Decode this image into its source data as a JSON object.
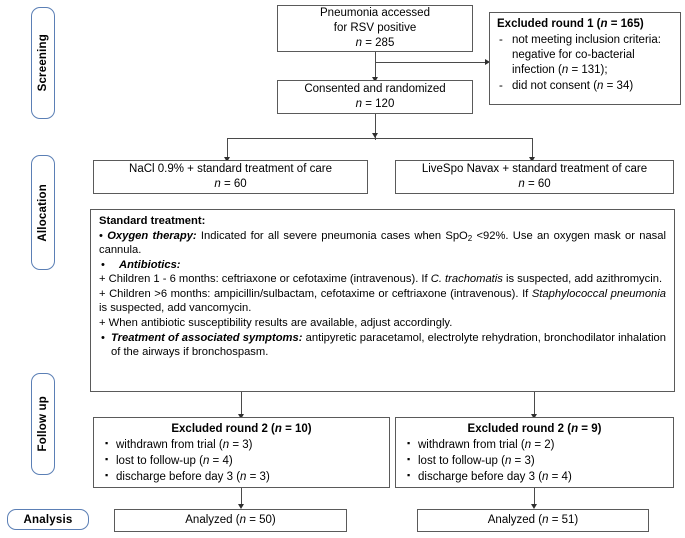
{
  "diagram": {
    "title": "CONSORT participant flow diagram",
    "stages": [
      {
        "id": "screening",
        "label": "Screening"
      },
      {
        "id": "allocation",
        "label": "Allocation"
      },
      {
        "id": "followup",
        "label": "Follow up"
      },
      {
        "id": "analysis",
        "label": "Analysis"
      }
    ],
    "boxes": {
      "assessed": {
        "line1": "Pneumonia accessed",
        "line2": "for RSV positive",
        "n_label": "n",
        "n_value": " = 285"
      },
      "randomized": {
        "line1": "Consented and randomized",
        "n_label": "n",
        "n_value": " = 120"
      },
      "excluded1": {
        "title_pre": "Excluded round 1 (",
        "title_n": "n",
        "title_post": " = 165)",
        "items": [
          {
            "bullet": "-",
            "text_pre": "not meeting inclusion criteria: negative for co-bacterial infection (",
            "n": "n",
            "text_post": " = 131);"
          },
          {
            "bullet": "-",
            "text_pre": "did not consent (",
            "n": "n",
            "text_post": " = 34)"
          }
        ]
      },
      "arm_control": {
        "line1": "NaCl 0.9% + standard treatment of care",
        "n_label": "n",
        "n_value": " = 60"
      },
      "arm_treatment": {
        "line1": "LiveSpo Navax + standard treatment of care",
        "n_label": "n",
        "n_value": " = 60"
      },
      "standard_treatment": {
        "header": "Standard treatment:",
        "oxygen_label": "Oxygen therapy:",
        "oxygen_text_a": " Indicated for all severe pneumonia cases when SpO",
        "oxygen_sub": "2",
        "oxygen_text_b": " <92%. Use an oxygen mask or nasal cannula.",
        "antibiotics_label": "Antibiotics:",
        "abx_line1_a": "+ Children 1 - 6 months: ceftriaxone or cefotaxime (intravenous). If ",
        "abx_line1_ital": "C. trachomatis",
        "abx_line1_b": " is suspected, add azithromycin.",
        "abx_line2_a": "+ Children >6 months: ampicillin/sulbactam, cefotaxime or ceftriaxone (intravenous). If ",
        "abx_line2_ital": "Staphylococcal pneumonia",
        "abx_line2_b": " is suspected, add vancomycin.",
        "abx_line3": "+ When antibiotic susceptibility results are available, adjust accordingly.",
        "symptoms_label": "Treatment of associated symptoms:",
        "symptoms_text": " antipyretic paracetamol, electrolyte rehydration, bronchodilator inhalation of the airways if bronchospasm."
      },
      "excluded2_control": {
        "title_pre": "Excluded round 2 (",
        "title_n": "n",
        "title_post": " = 10)",
        "items": [
          {
            "bullet": "▪",
            "text_pre": "withdrawn from trial (",
            "n": "n",
            "text_post": " = 3)"
          },
          {
            "bullet": "▪",
            "text_pre": "lost to follow-up (",
            "n": "n",
            "text_post": " = 4)"
          },
          {
            "bullet": "▪",
            "text_pre": "discharge before day 3 (",
            "n": "n",
            "text_post": " = 3)"
          }
        ]
      },
      "excluded2_treatment": {
        "title_pre": "Excluded round 2 (",
        "title_n": "n",
        "title_post": " = 9)",
        "items": [
          {
            "bullet": "▪",
            "text_pre": "withdrawn from trial (",
            "n": "n",
            "text_post": " = 2)"
          },
          {
            "bullet": "▪",
            "text_pre": "lost to follow-up (",
            "n": "n",
            "text_post": " = 3)"
          },
          {
            "bullet": "▪",
            "text_pre": "discharge before day 3 (",
            "n": "n",
            "text_post": " = 4)"
          }
        ]
      },
      "analyzed_control": {
        "text_pre": "Analyzed (",
        "n": "n",
        "text_post": " = 50)"
      },
      "analyzed_treatment": {
        "text_pre": "Analyzed (",
        "n": "n",
        "text_post": " = 51)"
      }
    },
    "colors": {
      "stage_border": "#5b7fb5",
      "box_border": "#5a5a5a",
      "connector": "#4a4a4a",
      "background": "#ffffff",
      "text": "#000000"
    }
  }
}
